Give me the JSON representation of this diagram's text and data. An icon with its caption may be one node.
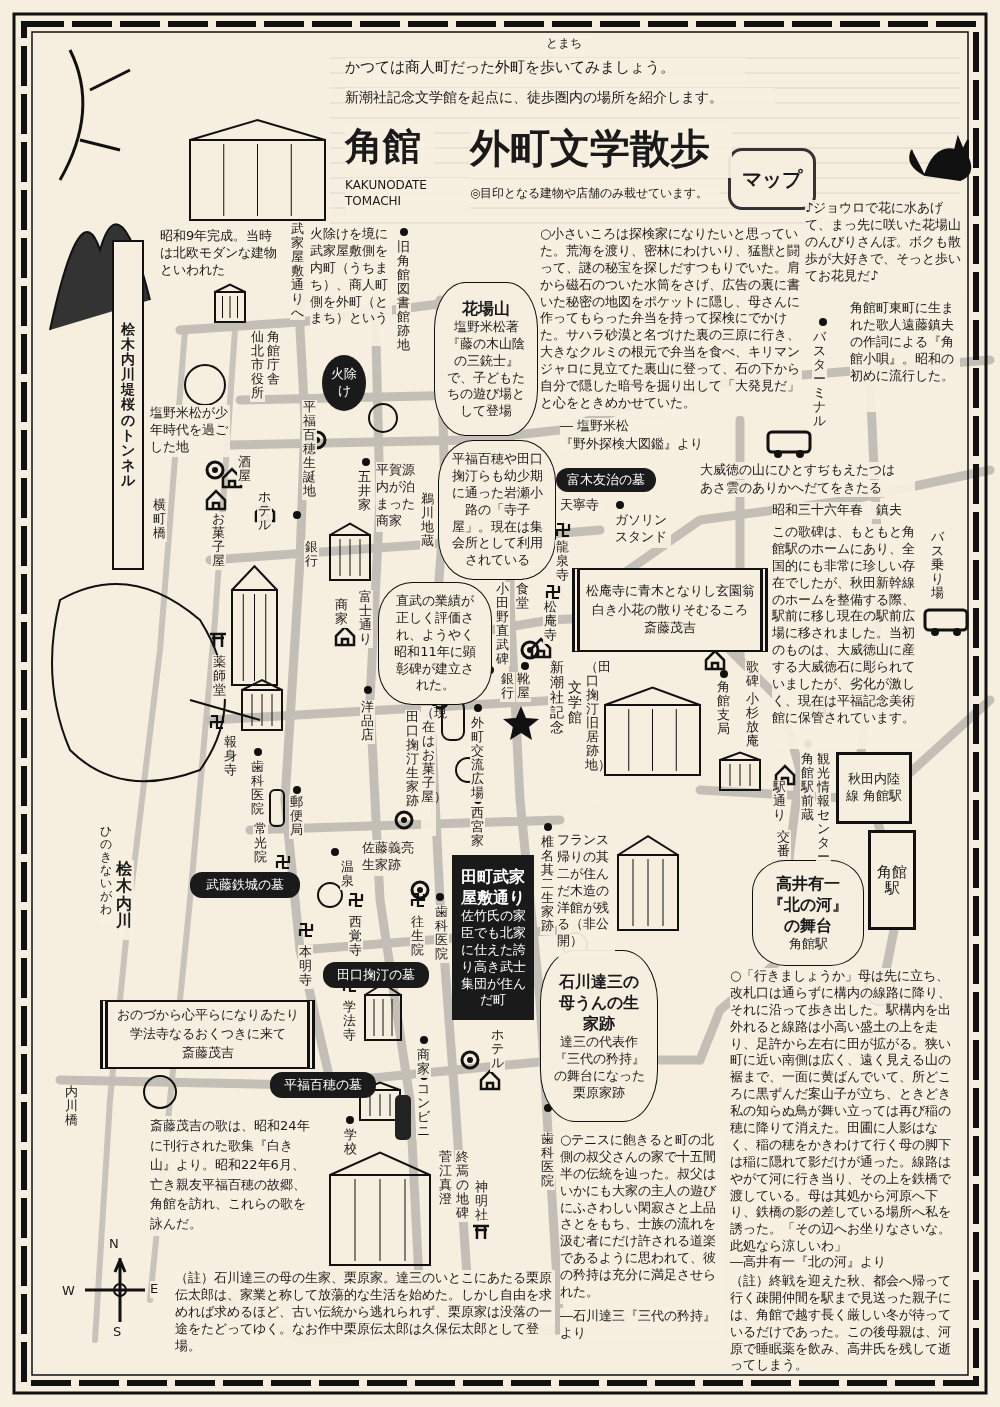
{
  "diagram": {
    "nodes": [
      {
        "text": [
          "マップ"
        ]
      },
      {
        "text": [
          "桧木内川堤桜のトンネル"
        ]
      },
      {
        "text": [
          "火除け"
        ]
      },
      {
        "text": [
          "花場山",
          "塩野米松著『藤の木山陰の三銃士』で、子どもたちの遊び場として登場"
        ]
      },
      {
        "text": [
          "平福百穂や田口掬汀らも幼少期に通った岩瀬小路の「寺子屋」。現在は集会所として利用されている"
        ]
      },
      {
        "text": [
          "直武の業績が正しく評価され、ようやく昭和11年に顕彰碑が建立された。"
        ]
      },
      {
        "text": [
          "松庵寺に青木となりし玄園翁",
          "白き小花の散りそむるころ",
          "斎藤茂吉"
        ]
      },
      {
        "text": [
          "富木友治の墓"
        ]
      },
      {
        "text": [
          "武藤鉄城の墓"
        ]
      },
      {
        "text": [
          "田口掬汀の墓"
        ]
      },
      {
        "text": [
          "平福百穂の墓"
        ]
      },
      {
        "text": [
          "田町武家屋敷通り",
          "佐竹氏の家臣でも北家に仕えた誇り高き武士集団が住んだ町"
        ]
      },
      {
        "text": [
          "秋田内陸線 角館駅"
        ]
      },
      {
        "text": [
          "角館駅"
        ]
      },
      {
        "text": [
          "高井有一『北の河』の舞台",
          "角館駅"
        ]
      },
      {
        "text": [
          "石川達三の母うんの生家跡",
          "達三の代表作『三代の矜持』の舞台になった栗原家跡"
        ]
      },
      {
        "text": [
          "おのづから心平らになりゐたり",
          "学法寺なるおくつきに来て",
          "斎藤茂吉"
        ]
      }
    ],
    "labels": [
      "とまち",
      "かつては商人町だった外町を歩いてみましょう。",
      "新潮社記念文学館を起点に、徒歩圏内の場所を紹介します。",
      "角館",
      "外町文学散歩",
      "KAKUNODATE TOMACHI",
      "◎目印となる建物や店舗のみ載せています。",
      "♪ジョウロで花に水あげて、まっ先に咲いた花場山のんびりさんぽ。ボクも散歩が大好きで、そっと歩いてお花見だ♪",
      "昭和9年完成。当時は北欧モダンな建物といわれた",
      "武家屋敷通りへ",
      "火除けを境に武家屋敷側を内町（うちまち）、商人町側を外町（とまち）という",
      "旧角館図書館跡地",
      "○小さいころは探検家になりたいと思っていた。荒海を渡り、密林にわけいり、猛獣と闘って、謎の秘宝を探しだすつもりでいた。肩から磁石のついた水筒をさげ、広告の裏に書いた秘密の地図をポケットに隠し、母さんに作ってもらった弁当を持って探検にでかけた。サハラ砂漠と名づけた裏の三原に行き、大きなクルミの根元で弁当を食べ、キリマンジャロに見立てた裏山に登って、石の下から自分で隠した暗号を掘り出して「大発見だ」と心をときめかせていた。",
      "仙北市役所",
      "角館庁舎",
      "バスターミナル",
      "角館町東町に生まれた歌人遠藤鎮夫の作詞による『角館小唄』。昭和の初めに流行した。",
      "塩野米松が少年時代を過ごした地",
      "平福百穂生誕地",
      "― 塩野米松",
      "『野外探検大図鑑』より",
      "酒屋",
      "五井家",
      "平賀源内が泊まった商家",
      "大威徳の山にひとすぢもえたつは",
      "あさ雲のありかへだてをきたる",
      "横町橋",
      "お菓子屋",
      "ホテル",
      "鵜川地蔵",
      "天寧寺",
      "ガソリンスタンド",
      "昭和三十六年春　鎮夫",
      "この歌碑は、もともと角館駅のホームにあり、全国的にも非常に珍しい存在でしたが、秋田新幹線のホームを整備する際、駅前に移し現在の駅前広場に移されました。当初のものは、大威徳山に産する大威徳石に彫られていましたが、劣化が激しく、現在は平福記念美術館に保管されています。",
      "バス乗り場",
      "銀行",
      "商家",
      "富士通り",
      "小田野直武碑",
      "食堂",
      "松庵寺",
      "龍泉寺",
      "薬師堂",
      "洋品店",
      "銀行",
      "靴屋",
      "新潮社記念",
      "文学館",
      "（田口掬汀旧居跡地）",
      "角館支局",
      "歌碑",
      "小杉放庵",
      "報身寺",
      "歯科医院",
      "田口掬汀生家跡",
      "（現在はお菓子屋）",
      "外町交流広場",
      "角館駅前蔵",
      "観光情報センター",
      "ひのきないがわ",
      "常光院",
      "郵便局",
      "佐藤義亮生家跡",
      "西宮家",
      "椎名其二生家跡",
      "フランス帰りの其二が住んだ木造の洋館が残る（非公開）",
      "駅通り",
      "交番",
      "桧木内川",
      "温泉",
      "本明寺",
      "西覚寺",
      "往生院",
      "歯科医院",
      "○「行きましょうか」母は先に立ち、改札口は通らずに構内の線路に降り、それに沿って歩き出した。駅構内を出外れると線路は小高い盛土の上を走り、足許から左右に田が拡がる。狭い町に近い南側は広く、遠く見える山の裾まで、一面に黄ばんでいて、所どころに黒ずんだ案山子が立ち、ときどき私の知らぬ鳥が舞い立っては再び稲の穂に降りて消えた。田圃に人影はなく、稲の穂をかきわけて行く母の脚下は稲に隠れて影だけが通った。線路はやがて河に行き当り、その上を鉄橋で渡している。母は其処から河原へ下り、鉄橋の影の差している場所へ私を誘った。「その辺へお坐りなさいな。此処なら涼しいわ」",
      "学法寺",
      "商家",
      "ホテル",
      "内川橋",
      "斎藤茂吉の歌は、昭和24年に刊行された歌集『白き山』より。昭和22年6月、亡き親友平福百穂の故郷、角館を訪れ、これらの歌を詠んだ。",
      "学校",
      "コンビニ",
      "歯科医院",
      "○テニスに飽きると町の北側の叔父さんの家で十五間半の伝統を辿った。叔父はいかにも大家の主人の遊びにふさわしい閑寂さと上品さとをもち、士族の流れを汲む者にだけ許される道楽であるように思われて、彼の矜持は充分に満足させられた。",
      "菅江真澄",
      "終焉の地碑",
      "神明社",
      "W",
      "N",
      "S",
      "E",
      "（註）石川達三の母の生家、栗原家。達三のいとこにあたる栗原伝太郎は、家業と称して放蕩的な生活を始めた。しかし自由を求めれば求めるほど、古い伝統から逃れられず、栗原家は没落の一途をたどってゆく。なお作中栗原伝太郎は久保伝太郎として登場。",
      "―石川達三『三代の矜持』より",
      "―高井有一『北の河』より",
      "（註）終戦を迎えた秋、都会へ帰って行く疎開仲間を駅まで見送った親子には、角館で越す長く厳しい冬が待っているだけであった。この後母親は、河原で睡眠薬を飲み、高井氏を残して逝ってしまう。"
    ]
  }
}
